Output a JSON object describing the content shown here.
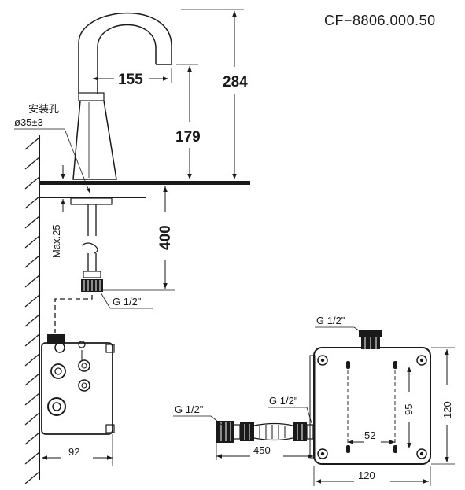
{
  "model_number": "CF−8806.000.50",
  "mounting_hole": {
    "label": "安装孔",
    "diameter": "ø35±3"
  },
  "dimensions": {
    "spout_reach": "155",
    "total_height": "284",
    "spout_height": "179",
    "hose_length": "400",
    "max_thickness": "Max.25",
    "box_width_side": "92",
    "hose_assembly_length": "450",
    "box_height": "120",
    "box_width_front": "120",
    "hole_spacing_vertical": "95",
    "hole_spacing_horizontal": "52"
  },
  "connections": {
    "hose_end": "G 1/2\"",
    "box_top": "G 1/2\"",
    "hose_left": "G 1/2\"",
    "hose_right": "G 1/2\""
  }
}
